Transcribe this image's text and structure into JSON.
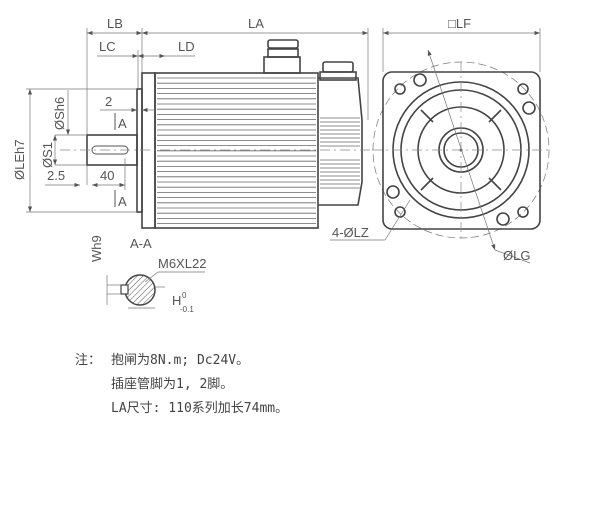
{
  "labels": {
    "LB": "LB",
    "LA": "LA",
    "LC": "LC",
    "LD": "LD",
    "LF": "□LF",
    "dim_2": "2",
    "dim_2_5": "2.5",
    "dim_40": "40",
    "section_mark_top": "A",
    "section_mark_bottom": "A",
    "S_h6": "ØSh6",
    "S1": "ØS1",
    "LE_h7": "ØLEh7",
    "section_title": "A-A",
    "W_h9": "Wh9",
    "thread": "M6XL22",
    "H": "H",
    "H_tol_upper": "0",
    "H_tol_lower": "-0.1",
    "LZ": "4-ØLZ",
    "LG": "ØLG"
  },
  "notes": {
    "prefix": "注：",
    "line1": "抱闸为8N.m; Dc24V。",
    "line2": "插座管脚为1, 2脚。",
    "line3": "LA尺寸: 110系列加长74mm。"
  }
}
